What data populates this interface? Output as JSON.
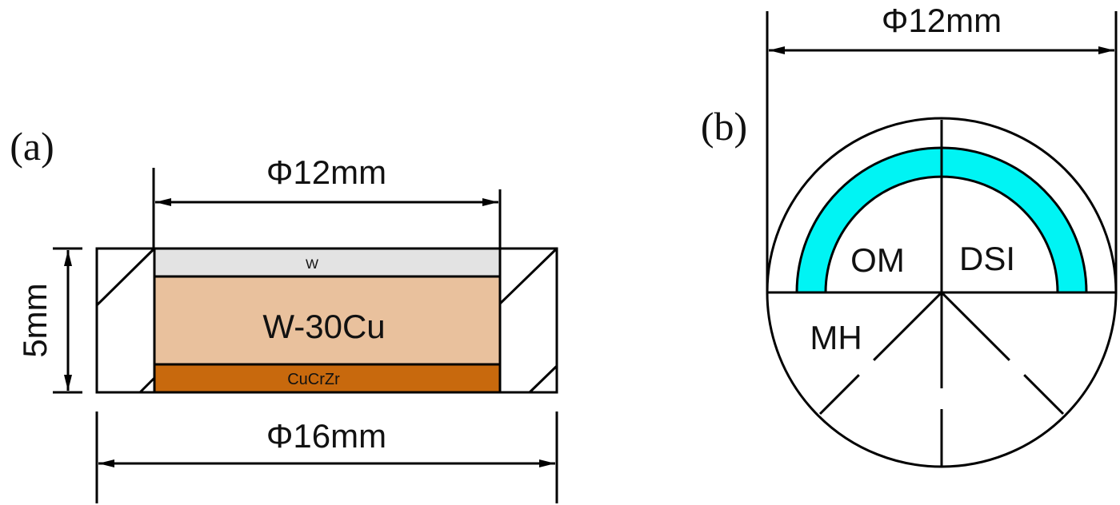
{
  "panel_a": {
    "label": "(a)",
    "top_dimension": "Φ12mm",
    "bottom_dimension": "Φ16mm",
    "height_dimension": "5mm",
    "layers": {
      "top": {
        "label": "W",
        "color": "#e3e3e3"
      },
      "middle": {
        "label": "W-30Cu",
        "color": "#e9c19d"
      },
      "bottom": {
        "label": "CuCrZr",
        "color": "#c8690d"
      }
    }
  },
  "panel_b": {
    "label": "(b)",
    "top_dimension": "Φ12mm",
    "ring_color": "#00f4f4",
    "regions": {
      "left": "OM",
      "right": "DSI",
      "lower": "MH"
    }
  }
}
